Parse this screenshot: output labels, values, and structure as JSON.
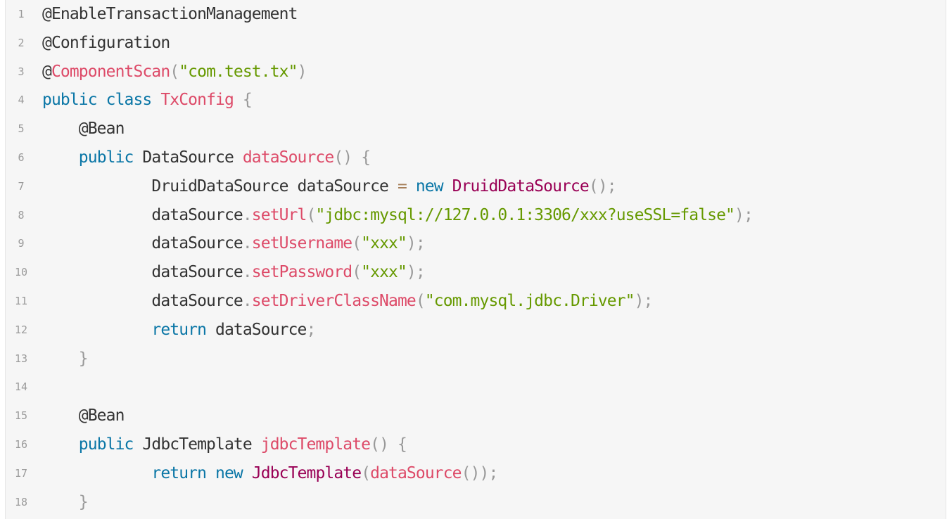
{
  "colors": {
    "background": "#f6f6f6",
    "line_number": "#9a9a9a",
    "plain": "#333333",
    "keyword": "#0a76a6",
    "function": "#dd4a68",
    "class_name": "#990055",
    "string": "#669900",
    "punctuation": "#999999",
    "operator": "#a67f59"
  },
  "code": {
    "lines": [
      {
        "number": "1",
        "tokens": [
          {
            "t": "@EnableTransactionManagement",
            "c": "plain"
          }
        ]
      },
      {
        "number": "2",
        "tokens": [
          {
            "t": "@Configuration",
            "c": "plain"
          }
        ]
      },
      {
        "number": "3",
        "tokens": [
          {
            "t": "@",
            "c": "plain"
          },
          {
            "t": "ComponentScan",
            "c": "func"
          },
          {
            "t": "(",
            "c": "punct"
          },
          {
            "t": "\"com.test.tx\"",
            "c": "string"
          },
          {
            "t": ")",
            "c": "punct"
          }
        ]
      },
      {
        "number": "4",
        "tokens": [
          {
            "t": "public",
            "c": "keyword"
          },
          {
            "t": " ",
            "c": "plain"
          },
          {
            "t": "class",
            "c": "keyword"
          },
          {
            "t": " ",
            "c": "plain"
          },
          {
            "t": "TxConfig",
            "c": "func"
          },
          {
            "t": " ",
            "c": "plain"
          },
          {
            "t": "{",
            "c": "punct"
          }
        ]
      },
      {
        "number": "5",
        "tokens": [
          {
            "t": "    @Bean",
            "c": "plain"
          }
        ]
      },
      {
        "number": "6",
        "tokens": [
          {
            "t": "    ",
            "c": "plain"
          },
          {
            "t": "public",
            "c": "keyword"
          },
          {
            "t": " DataSource ",
            "c": "plain"
          },
          {
            "t": "dataSource",
            "c": "func"
          },
          {
            "t": "()",
            "c": "punct"
          },
          {
            "t": " ",
            "c": "plain"
          },
          {
            "t": "{",
            "c": "punct"
          }
        ]
      },
      {
        "number": "7",
        "tokens": [
          {
            "t": "            DruidDataSource dataSource ",
            "c": "plain"
          },
          {
            "t": "=",
            "c": "op"
          },
          {
            "t": " ",
            "c": "plain"
          },
          {
            "t": "new",
            "c": "keyword"
          },
          {
            "t": " ",
            "c": "plain"
          },
          {
            "t": "DruidDataSource",
            "c": "class"
          },
          {
            "t": "()",
            "c": "punct"
          },
          {
            "t": ";",
            "c": "punct"
          }
        ]
      },
      {
        "number": "8",
        "tokens": [
          {
            "t": "            dataSource",
            "c": "plain"
          },
          {
            "t": ".",
            "c": "punct"
          },
          {
            "t": "setUrl",
            "c": "func"
          },
          {
            "t": "(",
            "c": "punct"
          },
          {
            "t": "\"jdbc:mysql://127.0.0.1:3306/xxx?useSSL=false\"",
            "c": "string"
          },
          {
            "t": ");",
            "c": "punct"
          }
        ]
      },
      {
        "number": "9",
        "tokens": [
          {
            "t": "            dataSource",
            "c": "plain"
          },
          {
            "t": ".",
            "c": "punct"
          },
          {
            "t": "setUsername",
            "c": "func"
          },
          {
            "t": "(",
            "c": "punct"
          },
          {
            "t": "\"xxx\"",
            "c": "string"
          },
          {
            "t": ");",
            "c": "punct"
          }
        ]
      },
      {
        "number": "10",
        "tokens": [
          {
            "t": "            dataSource",
            "c": "plain"
          },
          {
            "t": ".",
            "c": "punct"
          },
          {
            "t": "setPassword",
            "c": "func"
          },
          {
            "t": "(",
            "c": "punct"
          },
          {
            "t": "\"xxx\"",
            "c": "string"
          },
          {
            "t": ");",
            "c": "punct"
          }
        ]
      },
      {
        "number": "11",
        "tokens": [
          {
            "t": "            dataSource",
            "c": "plain"
          },
          {
            "t": ".",
            "c": "punct"
          },
          {
            "t": "setDriverClassName",
            "c": "func"
          },
          {
            "t": "(",
            "c": "punct"
          },
          {
            "t": "\"com.mysql.jdbc.Driver\"",
            "c": "string"
          },
          {
            "t": ");",
            "c": "punct"
          }
        ]
      },
      {
        "number": "12",
        "tokens": [
          {
            "t": "            ",
            "c": "plain"
          },
          {
            "t": "return",
            "c": "keyword"
          },
          {
            "t": " dataSource",
            "c": "plain"
          },
          {
            "t": ";",
            "c": "punct"
          }
        ]
      },
      {
        "number": "13",
        "tokens": [
          {
            "t": "    ",
            "c": "plain"
          },
          {
            "t": "}",
            "c": "punct"
          }
        ]
      },
      {
        "number": "14",
        "tokens": []
      },
      {
        "number": "15",
        "tokens": [
          {
            "t": "    @Bean",
            "c": "plain"
          }
        ]
      },
      {
        "number": "16",
        "tokens": [
          {
            "t": "    ",
            "c": "plain"
          },
          {
            "t": "public",
            "c": "keyword"
          },
          {
            "t": " JdbcTemplate ",
            "c": "plain"
          },
          {
            "t": "jdbcTemplate",
            "c": "func"
          },
          {
            "t": "()",
            "c": "punct"
          },
          {
            "t": " ",
            "c": "plain"
          },
          {
            "t": "{",
            "c": "punct"
          }
        ]
      },
      {
        "number": "17",
        "tokens": [
          {
            "t": "            ",
            "c": "plain"
          },
          {
            "t": "return",
            "c": "keyword"
          },
          {
            "t": " ",
            "c": "plain"
          },
          {
            "t": "new",
            "c": "keyword"
          },
          {
            "t": " ",
            "c": "plain"
          },
          {
            "t": "JdbcTemplate",
            "c": "class"
          },
          {
            "t": "(",
            "c": "punct"
          },
          {
            "t": "dataSource",
            "c": "func"
          },
          {
            "t": "())",
            "c": "punct"
          },
          {
            "t": ";",
            "c": "punct"
          }
        ]
      },
      {
        "number": "18",
        "tokens": [
          {
            "t": "    ",
            "c": "plain"
          },
          {
            "t": "}",
            "c": "punct"
          }
        ]
      }
    ]
  }
}
